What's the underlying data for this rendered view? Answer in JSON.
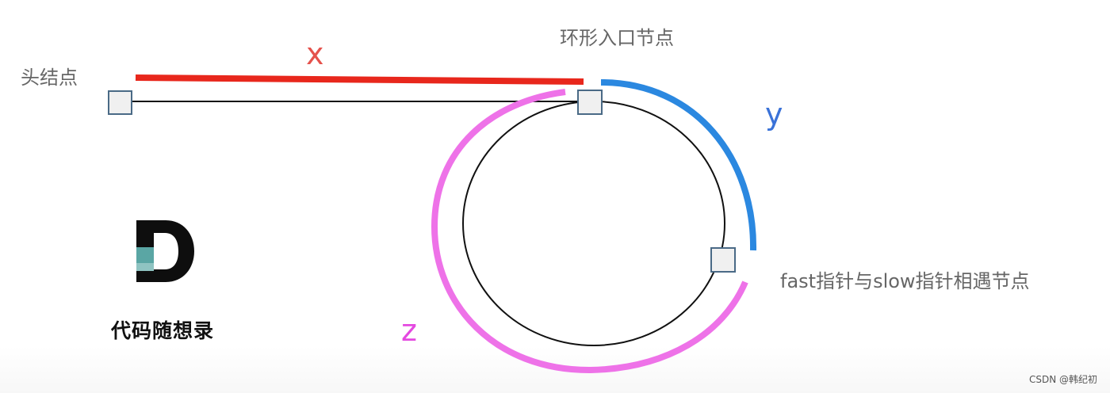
{
  "labels": {
    "head_node": "头结点",
    "cycle_entry_node": "环形入口节点",
    "meeting_node": "fast指针与slow指针相遇节点",
    "x": "x",
    "y": "y",
    "z": "z"
  },
  "brand": {
    "name": "代码随想录"
  },
  "watermark": "CSDN @韩纪初",
  "colors": {
    "x_segment": "#e8271c",
    "y_segment": "#2b88e0",
    "z_segment": "#ee72e8",
    "label_x": "#e5524c",
    "label_y": "#3a72d8",
    "label_z": "#e449e0",
    "node_fill": "#f0f0f0",
    "node_border": "#4a6a86",
    "brand_teal": "#5aa6a4"
  }
}
